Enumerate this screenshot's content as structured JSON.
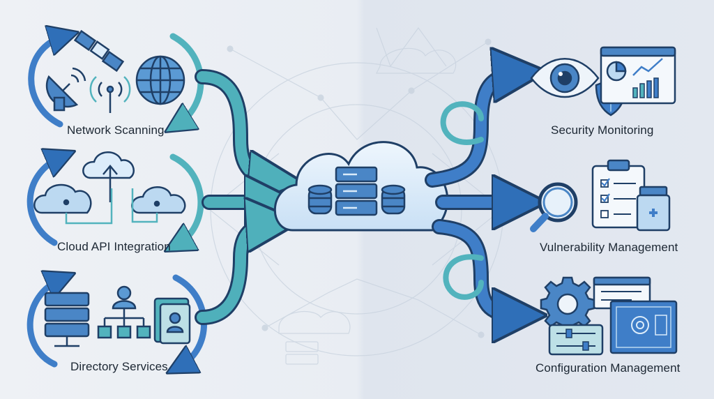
{
  "sources": [
    {
      "label": "Network Scanning",
      "icon": "satellite-dish-icon"
    },
    {
      "label": "Cloud API Integration",
      "icon": "cloud-network-icon"
    },
    {
      "label": "Directory Services",
      "icon": "server-org-chart-icon"
    }
  ],
  "hub": {
    "icon": "cloud-database-icon"
  },
  "outputs": [
    {
      "label": "Security Monitoring",
      "icon": "eye-shield-dashboard-icon"
    },
    {
      "label": "Vulnerability Management",
      "icon": "magnifier-checklist-icon"
    },
    {
      "label": "Configuration Management",
      "icon": "gear-blueprint-icon"
    }
  ],
  "colors": {
    "arrow_blue": "#3f7ec8",
    "arrow_teal": "#52b3bd",
    "outline": "#1f3f66",
    "cloud_fill": "#dcecfa",
    "server_fill": "#4a86c6"
  }
}
